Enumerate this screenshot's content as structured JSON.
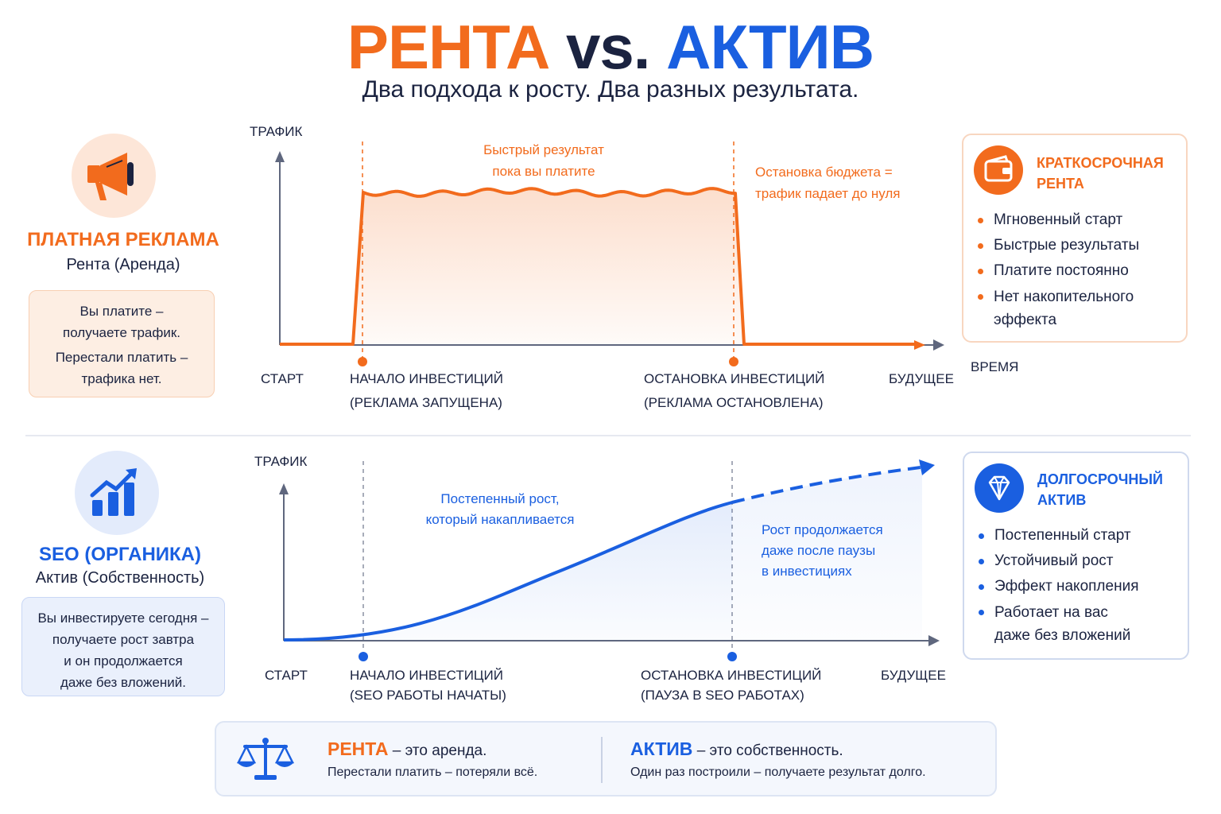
{
  "header": {
    "title_rent": "РЕНТА",
    "title_vs": "vs.",
    "title_asset": "АКТИВ",
    "subtitle": "Два подхода к росту. Два разных результата."
  },
  "colors": {
    "orange": "#f26b1d",
    "blue": "#1a5fe0",
    "navy": "#1b2340"
  },
  "paid": {
    "icon": "megaphone-icon",
    "heading": "ПЛАТНАЯ РЕКЛАМА",
    "sub": "Рента (Аренда)",
    "note": [
      "Вы платите –",
      "получаете трафик.",
      "Перестали платить –",
      "трафика нет."
    ],
    "chart": {
      "y_label": "ТРАФИК",
      "x_label": "ВРЕМЯ",
      "ann_top": [
        "Быстрый результат",
        "пока вы платите"
      ],
      "ann_stop": [
        "Остановка бюджета =",
        "трафик падает до нуля"
      ],
      "tick_start": "СТАРТ",
      "tick_invest": [
        "НАЧАЛО ИНВЕСТИЦИЙ",
        "(РЕКЛАМА ЗАПУЩЕНА)"
      ],
      "tick_stop": [
        "ОСТАНОВКА ИНВЕСТИЦИЙ",
        "(РЕКЛАМА ОСТАНОВЛЕНА)"
      ],
      "tick_future": "БУДУЩЕЕ"
    },
    "card": {
      "icon": "wallet-icon",
      "title": [
        "КРАТКОСРОЧНАЯ",
        "РЕНТА"
      ],
      "items": [
        [
          "Мгновенный старт"
        ],
        [
          "Быстрые результаты"
        ],
        [
          "Платите постоянно"
        ],
        [
          "Нет накопительного",
          "эффекта"
        ]
      ]
    }
  },
  "seo": {
    "icon": "growth-chart-icon",
    "heading": "SEO (ОРГАНИКА)",
    "sub": "Актив (Собственность)",
    "note": [
      "Вы инвестируете сегодня –",
      "получаете рост завтра",
      "и он продолжается",
      "даже без вложений."
    ],
    "chart": {
      "y_label": "ТРАФИК",
      "ann_growth": [
        "Постепенный рост,",
        "который накапливается"
      ],
      "ann_continue": [
        "Рост продолжается",
        "даже после паузы",
        "в инвестициях"
      ],
      "tick_start": "СТАРТ",
      "tick_invest": [
        "НАЧАЛО ИНВЕСТИЦИЙ",
        "(SEO РАБОТЫ НАЧАТЫ)"
      ],
      "tick_stop": [
        "ОСТАНОВКА ИНВЕСТИЦИЙ",
        "(ПАУЗА В SEO РАБОТАХ)"
      ],
      "tick_future": "БУДУЩЕЕ"
    },
    "card": {
      "icon": "diamond-icon",
      "title": [
        "ДОЛГОСРОЧНЫЙ",
        "АКТИВ"
      ],
      "items": [
        [
          "Постепенный старт"
        ],
        [
          "Устойчивый рост"
        ],
        [
          "Эффект накопления"
        ],
        [
          "Работает на вас",
          "даже без вложений"
        ]
      ]
    }
  },
  "summary": {
    "icon": "scales-icon",
    "rent_word": "РЕНТА",
    "rent_rest": "– это аренда.",
    "rent_line2": "Перестали платить – потеряли всё.",
    "asset_word": "АКТИВ",
    "asset_rest": "– это собственность.",
    "asset_line2": "Один раз построили – получаете результат долго."
  }
}
